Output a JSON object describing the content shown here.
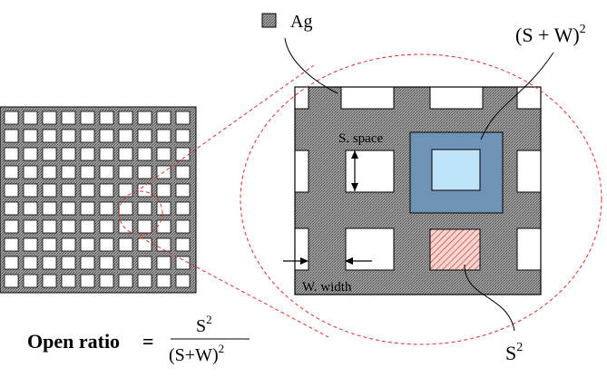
{
  "legend": {
    "label": "Ag"
  },
  "labels": {
    "cell": "(S + W)",
    "cell_exp": "2",
    "space": "S. space",
    "width": "W. width",
    "opening": "S",
    "opening_exp": "2"
  },
  "formula": {
    "lhs": "Open ratio",
    "eq": "=",
    "num_base": "S",
    "num_exp": "2",
    "den_base": "(S+W)",
    "den_exp": "2"
  },
  "colors": {
    "ag": "#8e8e8e",
    "hole": "#ffffff",
    "cell_fill": "#6f93b6",
    "opening_fill": "#bfe3f7",
    "s2_fill": "#f4d2cf",
    "s2_hatch": "#c8342c",
    "zoom_line": "#e03030"
  }
}
